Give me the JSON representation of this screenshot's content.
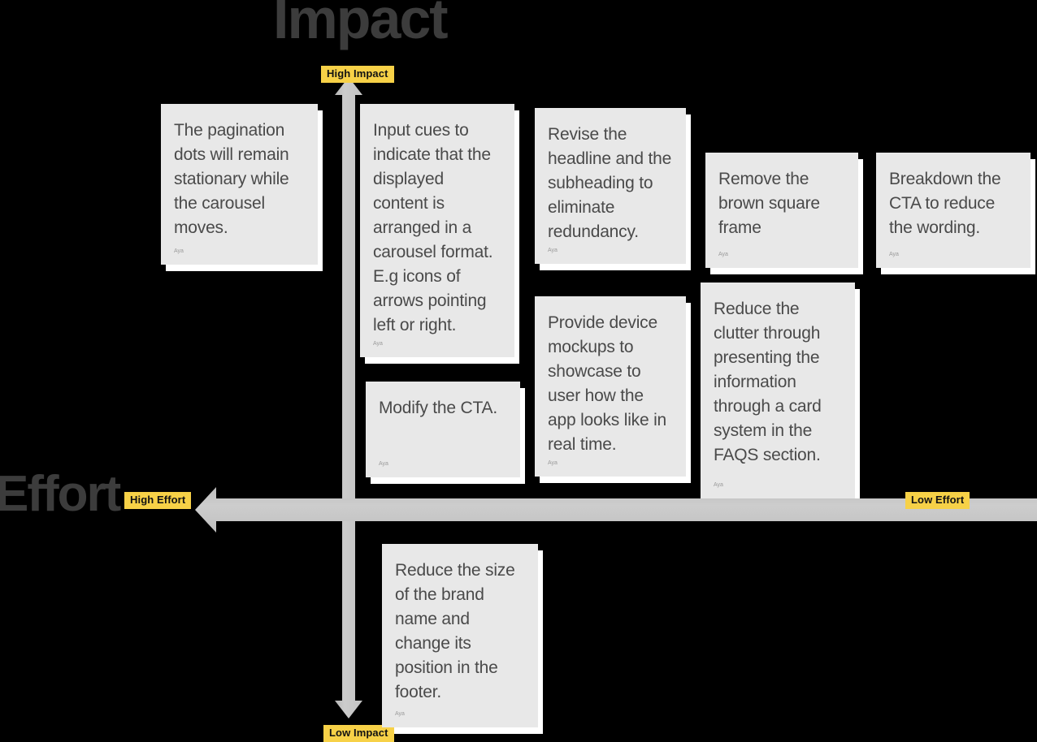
{
  "board": {
    "type": "impact-effort-matrix",
    "background_color": "#000000",
    "axis_color": "#c9c9c9",
    "note_color": "#e8e8e8",
    "badge_color": "#f7d147",
    "text_color": "#4a4a4a"
  },
  "axes": {
    "vertical": {
      "title": "Impact",
      "high_label": "High Impact",
      "low_label": "Low Impact"
    },
    "horizontal": {
      "title": "Effort",
      "high_label": "High Effort",
      "low_label": "Low Effort"
    }
  },
  "notes": [
    {
      "id": "pagination",
      "text": "The pagination dots will remain stationary while the carousel moves.",
      "author": "Aya"
    },
    {
      "id": "input-cues",
      "text": "Input cues to indicate that the displayed content is arranged in a carousel format. E.g icons of arrows pointing left or right.",
      "author": "Aya"
    },
    {
      "id": "revise-headline",
      "text": "Revise the headline and the subheading to eliminate redundancy.",
      "author": "Aya"
    },
    {
      "id": "remove-frame",
      "text": "Remove the brown square frame",
      "author": "Aya"
    },
    {
      "id": "breakdown-cta",
      "text": "Breakdown the CTA to reduce the wording.",
      "author": "Aya"
    },
    {
      "id": "modify-cta",
      "text": "Modify the CTA.",
      "author": "Aya"
    },
    {
      "id": "device-mockups",
      "text": "Provide device mockups to showcase to user how the app looks like in real time.",
      "author": "Aya"
    },
    {
      "id": "reduce-clutter",
      "text": "Reduce the clutter through presenting the information through a card system in the FAQS section.",
      "author": "Aya"
    },
    {
      "id": "brand-name",
      "text": "Reduce the size of the brand name and change its position in the footer.",
      "author": "Aya"
    }
  ]
}
